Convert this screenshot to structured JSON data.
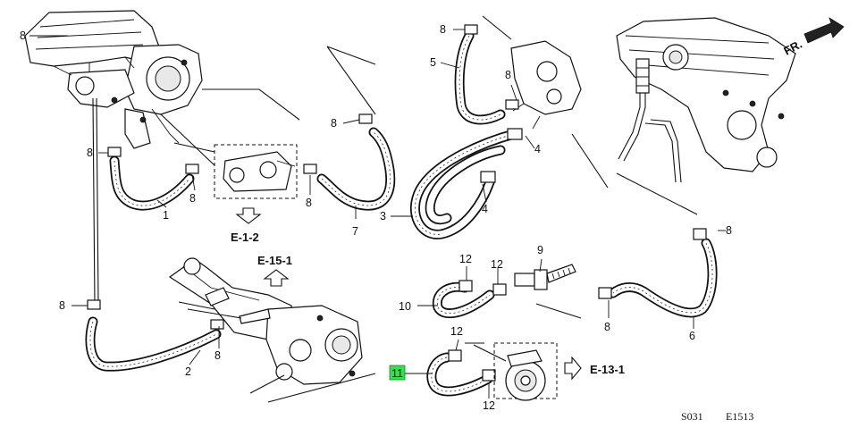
{
  "orientation_label": "FR.",
  "callouts": {
    "c1": "1",
    "c2": "2",
    "c3": "3",
    "c4a": "4",
    "c4b": "4",
    "c5": "5",
    "c6": "6",
    "c7": "7",
    "c8a": "8",
    "c8b": "8",
    "c8c": "8",
    "c8d": "8",
    "c8e": "8",
    "c8f": "8",
    "c8g": "8",
    "c8h": "8",
    "c8i": "8",
    "c8j": "8",
    "c8k": "8",
    "c9": "9",
    "c10": "10",
    "c11": "11",
    "c12a": "12",
    "c12b": "12",
    "c12c": "12",
    "c12d": "12"
  },
  "references": {
    "e12": "E-1-2",
    "e151": "E-15-1",
    "e131": "E-13-1"
  },
  "footer": {
    "drawing_code": "S031",
    "figure_code": "E1513"
  },
  "colors": {
    "line": "#111111",
    "highlight": "#33e24a"
  }
}
